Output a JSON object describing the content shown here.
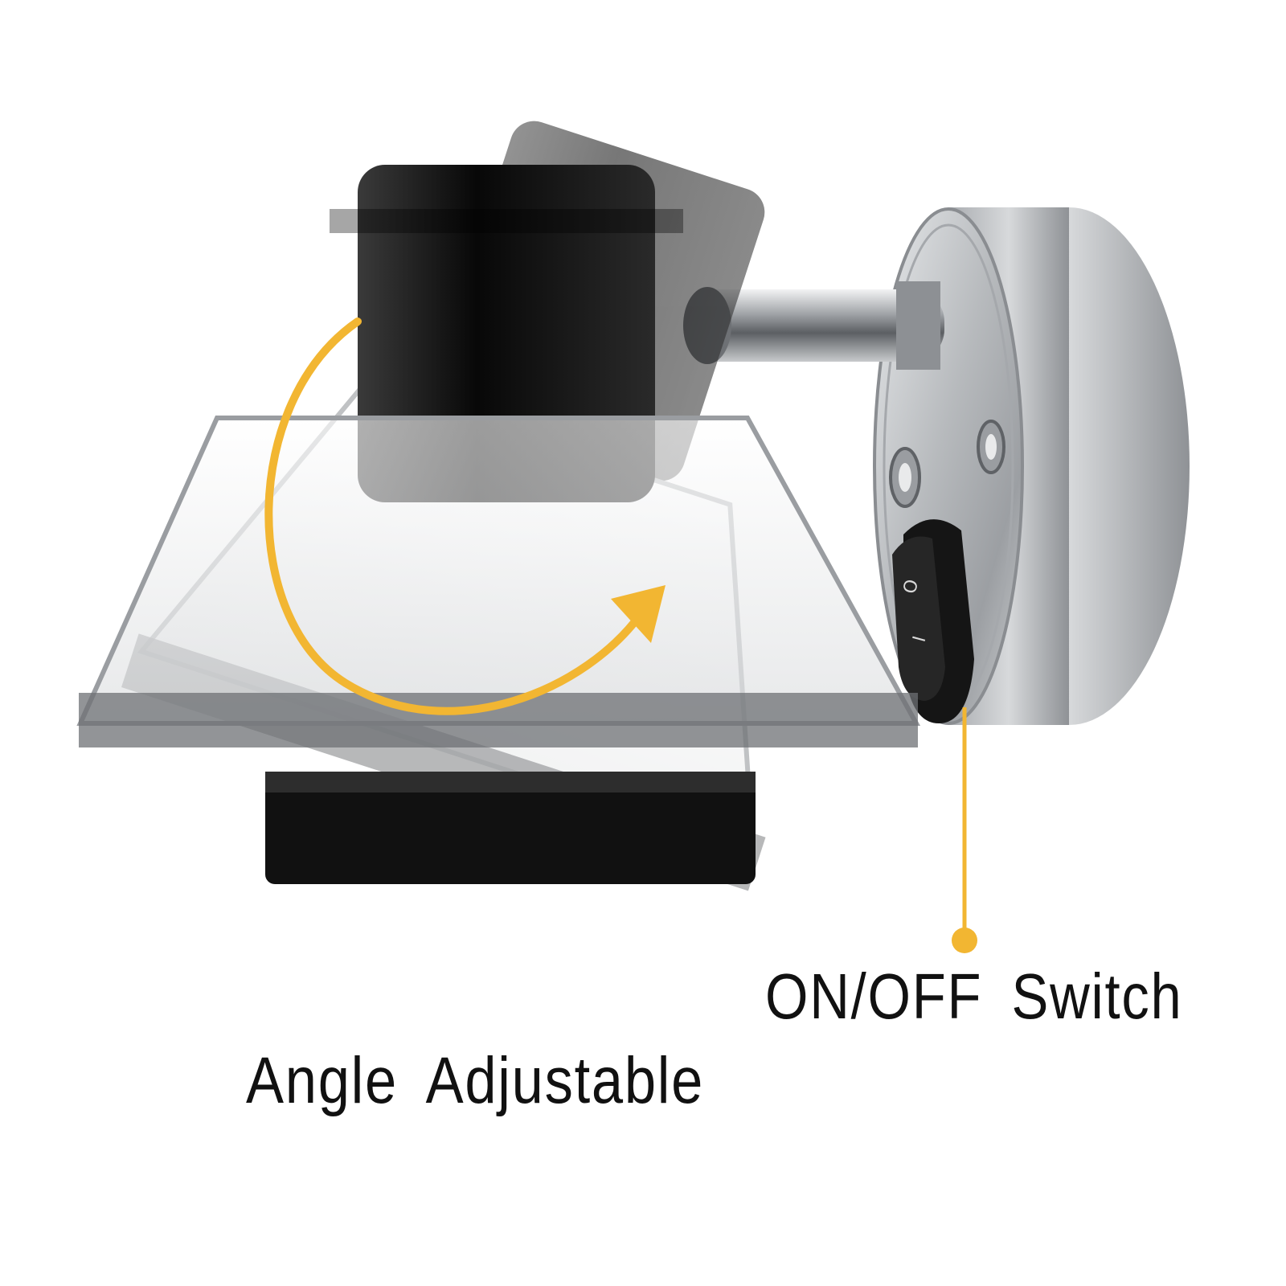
{
  "labels": {
    "switch_label": "ON/OFF Switch",
    "angle_label": "Angle Adjustable"
  },
  "switch_marks": {
    "on_symbol": "O",
    "off_symbol": "I"
  },
  "colors": {
    "accent": "#F2B632",
    "lamp_black": "#0b0b0b",
    "metal": "#b9bcbf",
    "switch_black": "#151515"
  },
  "icons": {
    "rotation": "curved-arrow-icon",
    "callout": "leader-dot-icon"
  }
}
